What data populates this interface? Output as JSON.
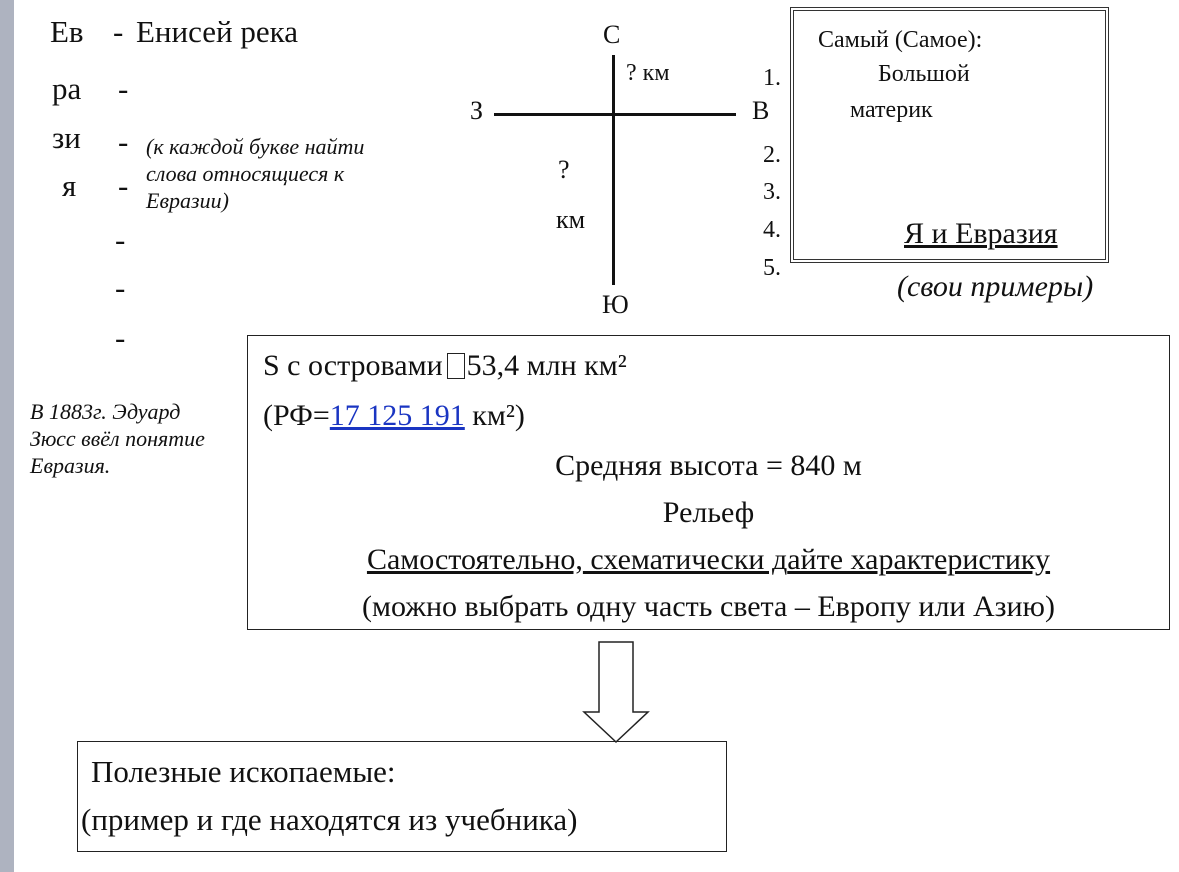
{
  "acrostic": {
    "letters": [
      "Ев",
      "ра",
      "зи",
      "я"
    ],
    "dash": "-",
    "first_word": "Енисей река",
    "hint": "(к каждой букве найти слова относящиеся к Евразии)"
  },
  "history_note": "В 1883г. Эдуард Зюсс ввёл понятие Евразия.",
  "compass": {
    "north": "С",
    "south": "Ю",
    "west": "З",
    "east": "В",
    "km_top": "? км",
    "km_left_q": "?",
    "km_left_unit": "км"
  },
  "numbered_list": [
    "1.",
    "2.",
    "3.",
    "4.",
    "5."
  ],
  "samyi_box": {
    "title": "Самый (Самое):",
    "line1": "Большой",
    "line2": "материк",
    "footer": "Я и Евразия"
  },
  "svoi_primery": "(свои примеры)",
  "main_box": {
    "area_prefix": "S  с островами",
    "area_value": "53,4 млн км²",
    "rf_prefix": "(РФ=",
    "rf_link": "17 125 191",
    "rf_suffix": " км²)",
    "height": "Средняя высота = 840 м",
    "relief": "Рельеф",
    "task_part1": "Самостоятельно,",
    "task_part2": " схематически д",
    "task_part3": "айте характеристику",
    "note": "(можно выбрать одну часть света – Европу или Азию)"
  },
  "poleznye": {
    "line1": "Полезные ископаемые:",
    "line2": "(пример и где находятся из учебника)"
  }
}
